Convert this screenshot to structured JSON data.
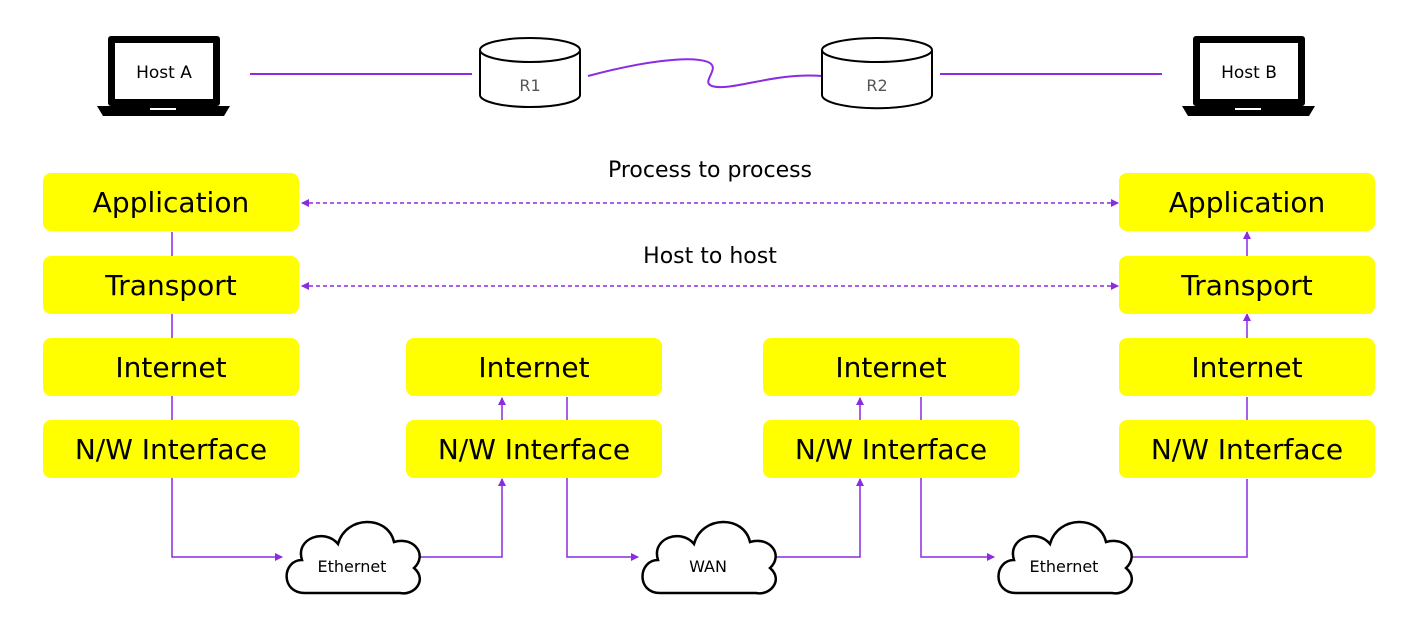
{
  "colors": {
    "layer_fill": "#ffff00",
    "link": "#8b2be2",
    "outline": "#000000"
  },
  "devices": {
    "host_a": "Host A",
    "r1": "R1",
    "r2": "R2",
    "host_b": "Host B"
  },
  "flows": {
    "process_to_process": "Process to process",
    "host_to_host": "Host to host"
  },
  "stacks": {
    "host_a": [
      "Application",
      "Transport",
      "Internet",
      "N/W Interface"
    ],
    "r1": [
      "Internet",
      "N/W Interface"
    ],
    "r2": [
      "Internet",
      "N/W Interface"
    ],
    "host_b": [
      "Application",
      "Transport",
      "Internet",
      "N/W Interface"
    ]
  },
  "clouds": {
    "ethernet_left": "Ethernet",
    "wan": "WAN",
    "ethernet_right": "Ethernet"
  }
}
